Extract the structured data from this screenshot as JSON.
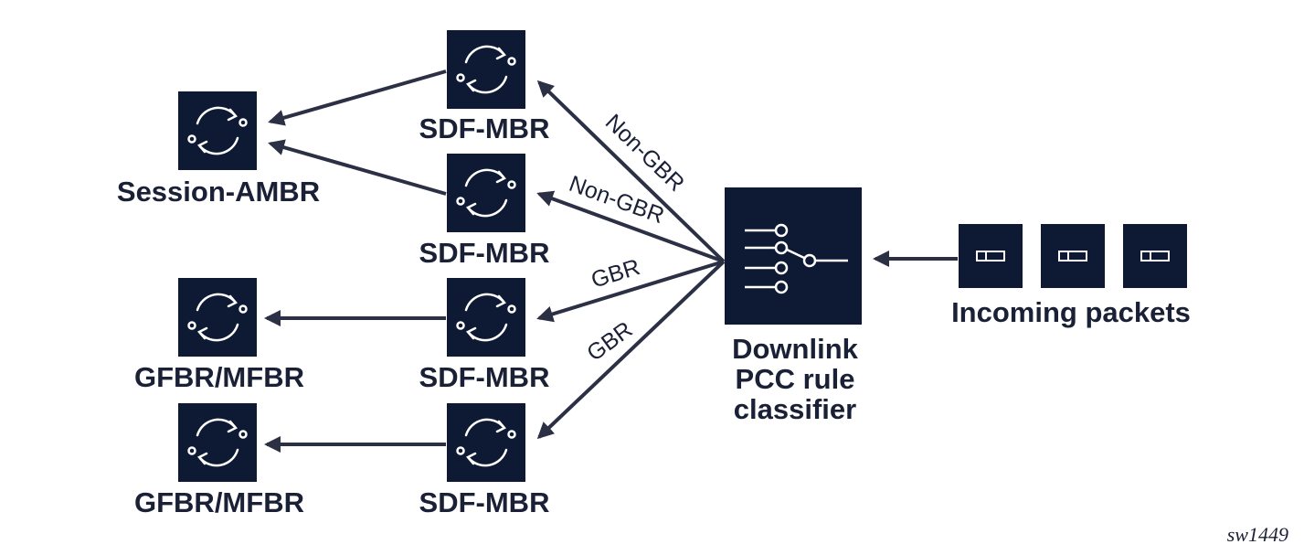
{
  "labels": {
    "session_ambr": "Session-AMBR",
    "sdf_mbr_1": "SDF-MBR",
    "sdf_mbr_2": "SDF-MBR",
    "sdf_mbr_3": "SDF-MBR",
    "sdf_mbr_4": "SDF-MBR",
    "gfbr_mfbr_1": "GFBR/MFBR",
    "gfbr_mfbr_2": "GFBR/MFBR",
    "classifier_line1": "Downlink",
    "classifier_line2": "PCC rule",
    "classifier_line3": "classifier",
    "incoming": "Incoming packets"
  },
  "edge_labels": {
    "non_gbr_1": "Non-GBR",
    "non_gbr_2": "Non-GBR",
    "gbr_1": "GBR",
    "gbr_2": "GBR"
  },
  "figure_ref": "sw1449",
  "colors": {
    "box": "#0e1a33",
    "arrow": "#2b3045",
    "text": "#1a2035"
  },
  "icons": {
    "meter": "circular-arrows-icon",
    "classifier": "switch-icon",
    "packet": "packet-icon"
  }
}
